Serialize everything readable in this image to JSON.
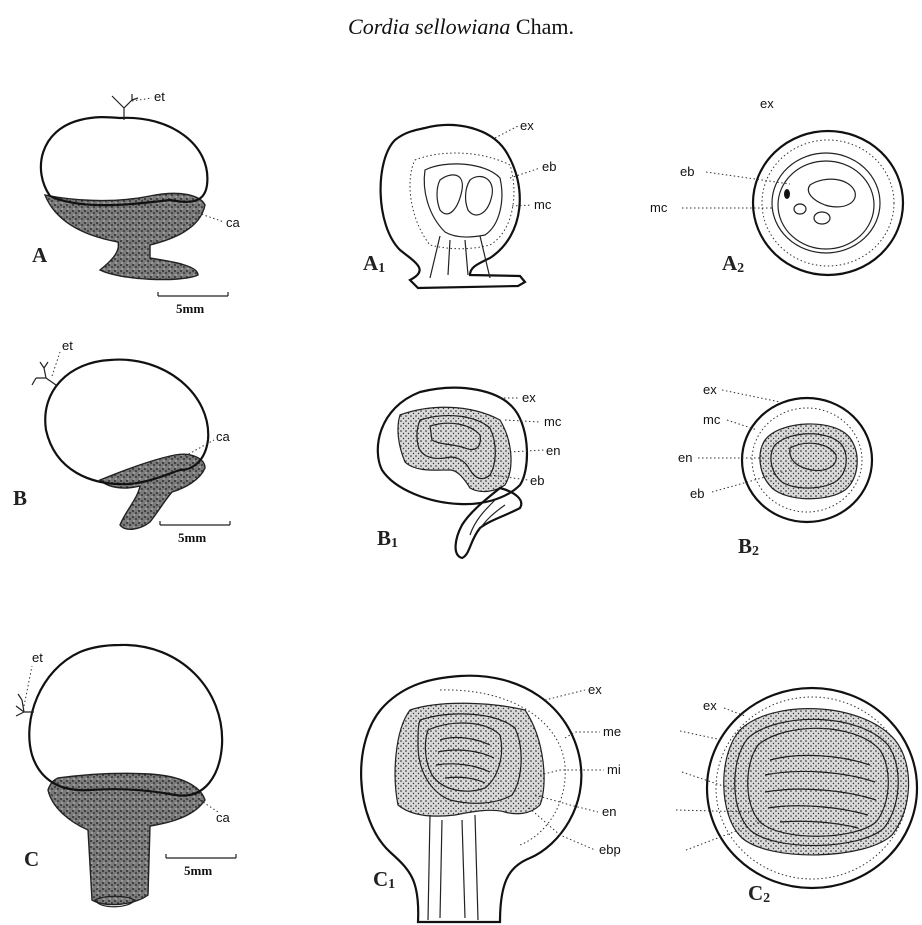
{
  "title": {
    "species": "Cordia sellowiana",
    "author": "Cham."
  },
  "labels": {
    "et": "et",
    "ca": "ca",
    "ex": "ex",
    "eb": "eb",
    "mc": "mc",
    "en": "en",
    "me": "me",
    "mi": "mi",
    "ebp": "ebp"
  },
  "figures": {
    "A": "A",
    "A1_main": "A",
    "A1_sub": "1",
    "A2_main": "A",
    "A2_sub": "2",
    "B": "B",
    "B1_main": "B",
    "B1_sub": "1",
    "B2_main": "B",
    "B2_sub": "2",
    "C": "C",
    "C1_main": "C",
    "C1_sub": "1",
    "C2_main": "C",
    "C2_sub": "2"
  },
  "scale_bar": "5mm"
}
